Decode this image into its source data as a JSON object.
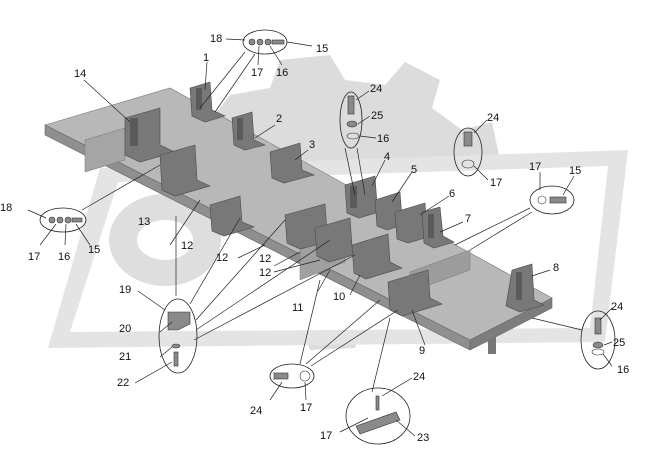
{
  "diagram": {
    "type": "exploded-assembly",
    "callouts": [
      "1",
      "2",
      "3",
      "4",
      "5",
      "6",
      "7",
      "8",
      "9",
      "10",
      "11",
      "12",
      "12",
      "12",
      "12",
      "13",
      "14",
      "15",
      "15",
      "15",
      "16",
      "16",
      "16",
      "16",
      "17",
      "17",
      "17",
      "17",
      "17",
      "17",
      "18",
      "18",
      "19",
      "20",
      "21",
      "22",
      "23",
      "24",
      "24",
      "24",
      "24",
      "24",
      "25",
      "25"
    ]
  },
  "colors": {
    "floor_top": "#b4b4b4",
    "floor_side": "#8c8c8c",
    "seat": "#7a7a7a",
    "seat_dark": "#555555",
    "watermark_gear": "#d9d9d9",
    "watermark_band": "#e6e6e6",
    "line": "#222222"
  },
  "labels": {
    "l1": "1",
    "l2": "2",
    "l3": "3",
    "l4": "4",
    "l5": "5",
    "l6": "6",
    "l7": "7",
    "l8": "8",
    "l9": "9",
    "l10": "10",
    "l11": "11",
    "l12a": "12",
    "l12b": "12",
    "l12c": "12",
    "l12d": "12",
    "l13": "13",
    "l14": "14",
    "l15a": "15",
    "l15b": "15",
    "l15c": "15",
    "l16a": "16",
    "l16b": "16",
    "l16c": "16",
    "l16d": "16",
    "l17a": "17",
    "l17b": "17",
    "l17c": "17",
    "l17d": "17",
    "l17e": "17",
    "l17f": "17",
    "l18a": "18",
    "l18b": "18",
    "l19": "19",
    "l20": "20",
    "l21": "21",
    "l22": "22",
    "l23": "23",
    "l24a": "24",
    "l24b": "24",
    "l24c": "24",
    "l24d": "24",
    "l24e": "24",
    "l25a": "25",
    "l25b": "25"
  }
}
